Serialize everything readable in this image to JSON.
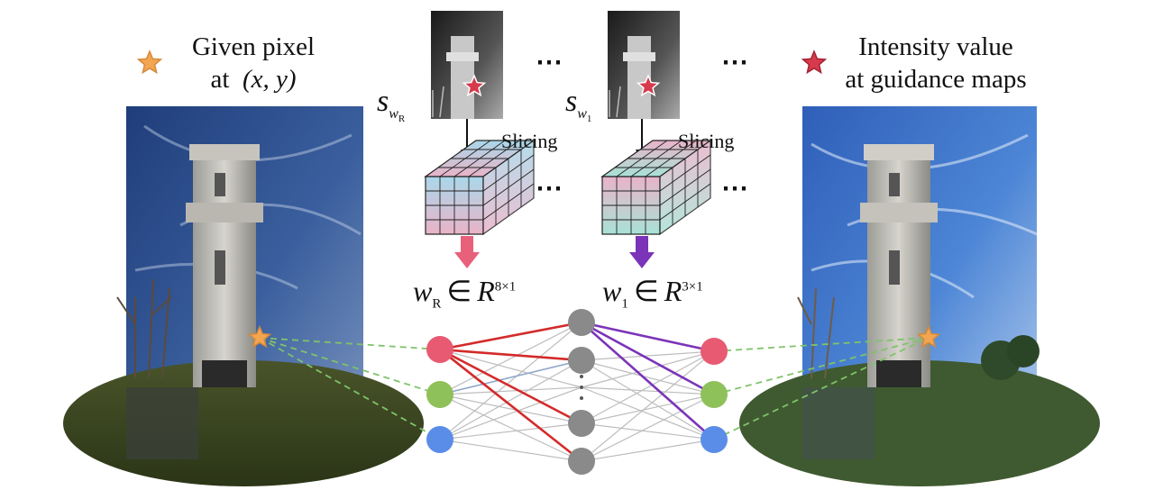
{
  "left_caption": {
    "line1": "Given pixel",
    "line2_prefix": "at",
    "line2_coords": "(x, y)"
  },
  "right_caption": {
    "line1": "Intensity value",
    "line2": "at guidance maps"
  },
  "guide_a": {
    "s": "s",
    "sub": "w",
    "subsub": "R"
  },
  "guide_b": {
    "s": "s",
    "sub": "w",
    "subsub": "1"
  },
  "slicing_label": "Slicing",
  "ellipsis": "⋯",
  "weight_a": {
    "w": "w",
    "sub": "R",
    "rel": "∈",
    "set": "R",
    "sup": "8×1"
  },
  "weight_b": {
    "w": "w",
    "sub": "1",
    "rel": "∈",
    "set": "R",
    "sup": "3×1"
  },
  "colors": {
    "node_red": "#e85a72",
    "node_green": "#8fc15a",
    "node_blue": "#5a8de8",
    "node_gray": "#8a8a8a",
    "edge_red": "#d42a2a",
    "edge_purple": "#7b34b8",
    "edge_gray": "#bdbdbd",
    "edge_blue_gray": "#8ea8cc",
    "dash_green": "#7fc36a",
    "arrow_pink": "#e8607a",
    "arrow_purple": "#7b34b8",
    "star_orange": "#f2a652",
    "star_red": "#d63a4c",
    "grid_blue": "#a9d8ea",
    "grid_pink": "#e9b3c8",
    "grid_teal": "#a8e2d6"
  }
}
